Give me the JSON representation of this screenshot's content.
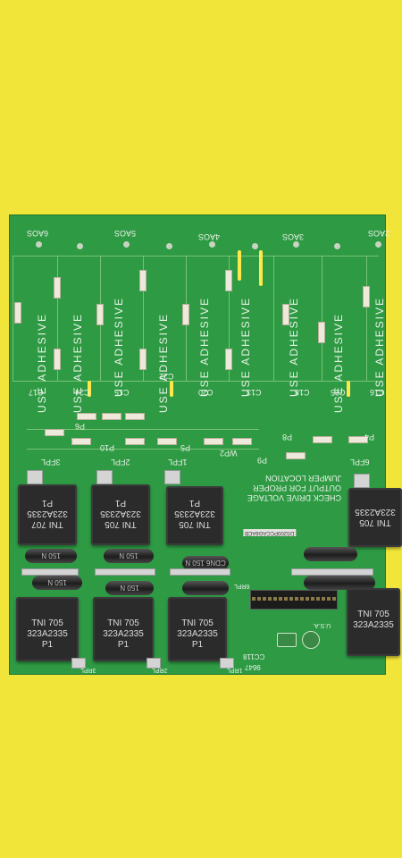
{
  "photo": {
    "background_color": "#f2e53a",
    "board_color": "#2e9a44",
    "silk_color": "#e9f3e6"
  },
  "board": {
    "top_labels": [
      "6AOS",
      "5AOS",
      "4AOS",
      "3AOS",
      "2AOS"
    ],
    "adhesive_label": "USE ADHESIVE",
    "capacitor_refs": [
      "C17",
      "C24",
      "C15",
      "C22",
      "C20",
      "C13",
      "C18",
      "C25",
      "C16"
    ],
    "jumper_refs": [
      "P6",
      "P10",
      "P5",
      "WP2",
      "P9",
      "P8",
      "P4"
    ],
    "pl_labels_top": [
      "3FPL",
      "2FPL",
      "1FPL",
      "6FPL"
    ],
    "pl_labels_bottom": [
      "3RPL",
      "2RPL",
      "1RPL",
      "6RPL"
    ],
    "check_note": [
      "CHECK DRIVE VOLTAGE",
      "OUTPUT FOR PROPER",
      "JUMPER LOCATION"
    ],
    "part_number": "DS200PCCAG6ACB",
    "transformers_top": [
      {
        "line1": "TNI 707",
        "line2": "323A2335",
        "line3": "P1"
      },
      {
        "line1": "TNI 705",
        "line2": "323A2335",
        "line3": "P1"
      },
      {
        "line1": "TNI 705",
        "line2": "323A2335",
        "line3": "P1"
      },
      {
        "line1": "TNI 705",
        "line2": "323A2335",
        "line3": ""
      }
    ],
    "transformers_bottom": [
      {
        "line1": "TNI 705",
        "line2": "323A2335",
        "line3": "P1"
      },
      {
        "line1": "TNI 705",
        "line2": "323A2335",
        "line3": "P1"
      },
      {
        "line1": "TNI 705",
        "line2": "323A2335",
        "line3": "P1"
      },
      {
        "line1": "TNI 705",
        "line2": "323A2335",
        "line3": ""
      }
    ],
    "cap_labels": [
      "150 N",
      "150 N",
      "150 N",
      "150 N",
      "CDN6 150 N"
    ],
    "bottom_marks": [
      "CC118",
      "9647",
      "U.S.A."
    ]
  }
}
